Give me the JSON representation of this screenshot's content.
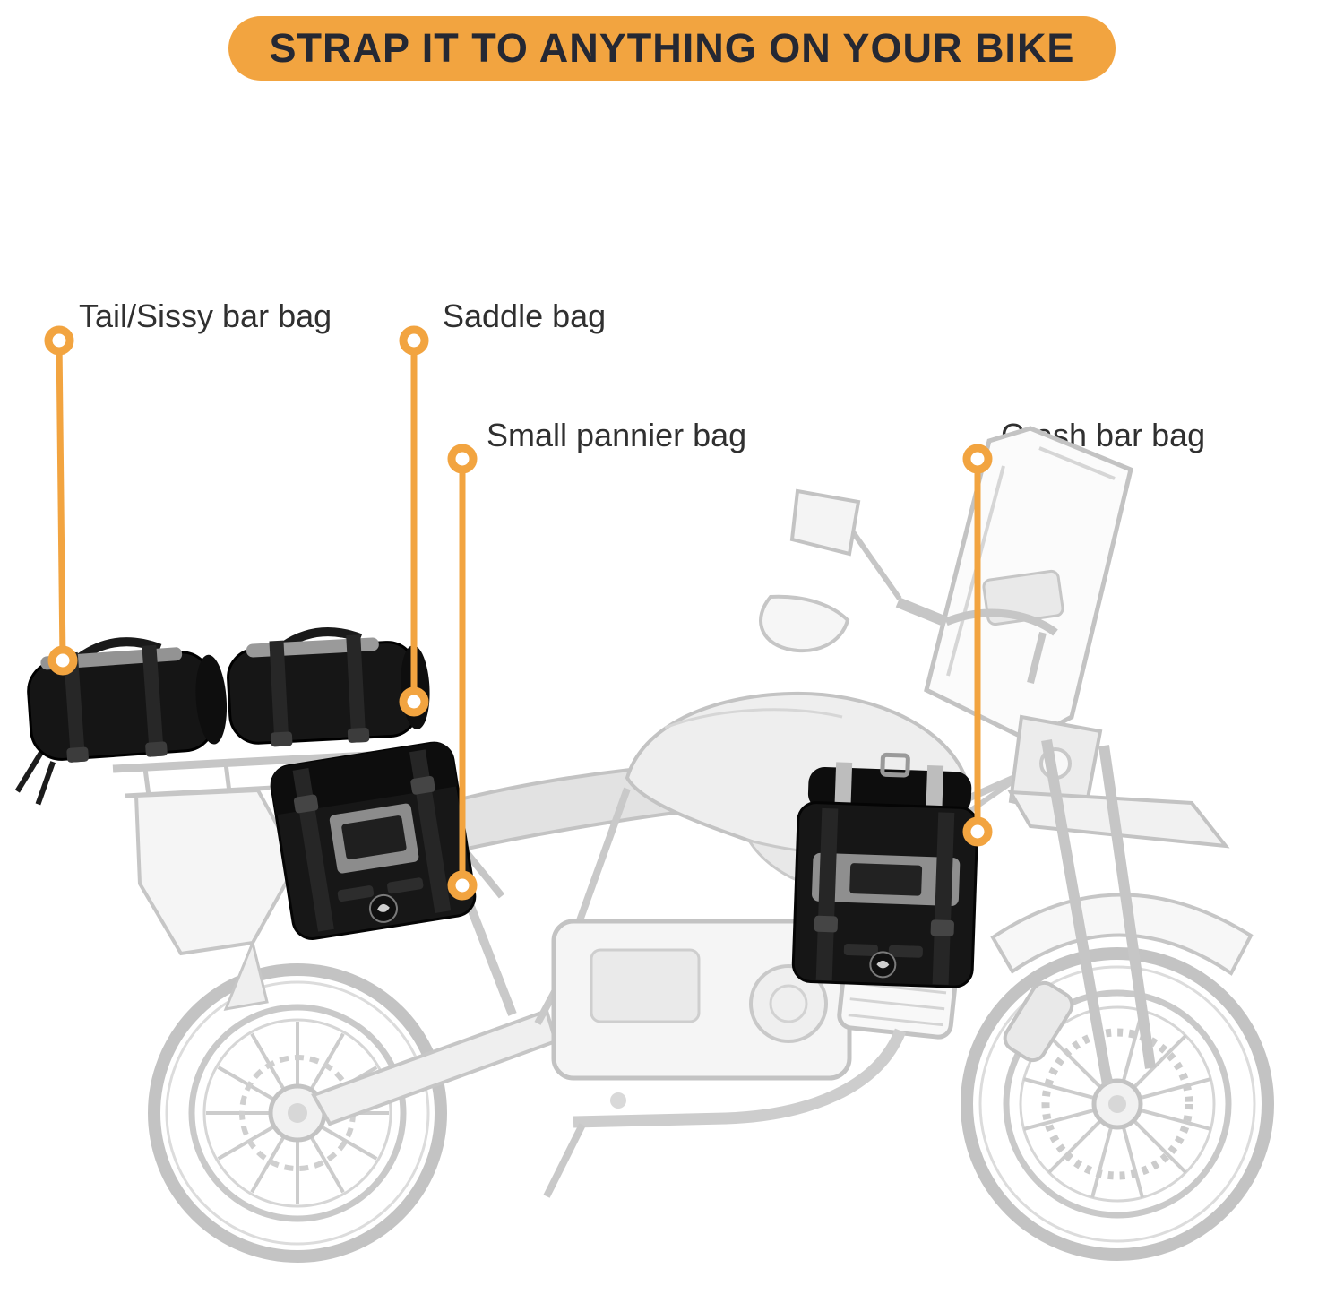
{
  "banner": {
    "title": "STRAP IT TO ANYTHING ON YOUR BIKE",
    "bg_color": "#F2A440",
    "text_color": "#252833"
  },
  "callouts": [
    {
      "label": "Tail/Sissy bar bag"
    },
    {
      "label": "Saddle bag"
    },
    {
      "label": "Small pannier bag"
    },
    {
      "label": "Crash bar bag"
    }
  ],
  "colors": {
    "accent_orange": "#F2A440",
    "label_text": "#303030",
    "illustration_gray": "#C3C3C3",
    "bag_black": "#161616",
    "background": "#FFFFFF"
  },
  "icons": {
    "callout_dot": "orange-donut-marker",
    "brand_logo": "round-bag-logo"
  }
}
